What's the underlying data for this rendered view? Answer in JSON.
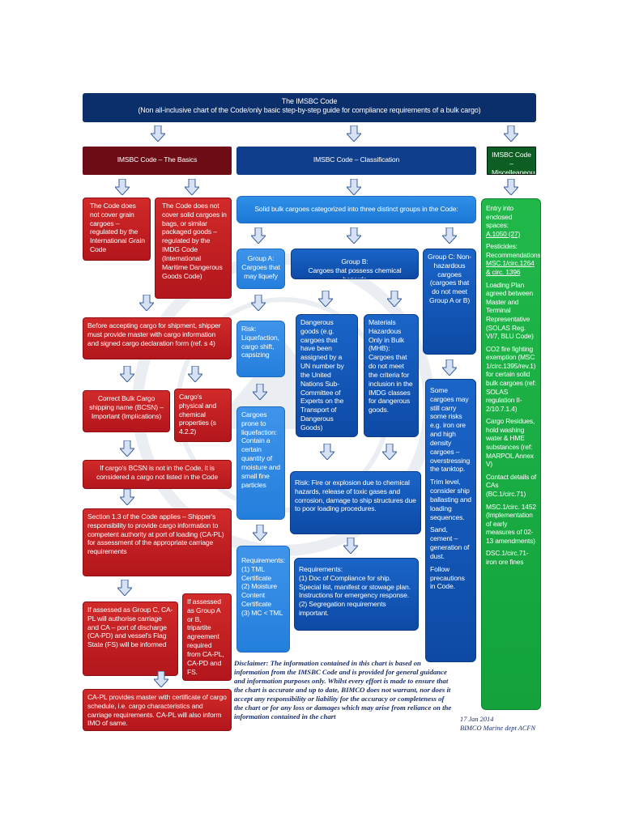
{
  "header": {
    "title": "The IMSBC Code",
    "subtitle": "(Non all-inclusive chart of the Code/only basic step-by-step guide for compliance requirements of a bulk cargo)"
  },
  "columns": {
    "basics": "IMSBC Code – The Basics",
    "classification": "IMSBC Code – Classification",
    "misc": "IMSBC Code – Miscelleaneous"
  },
  "basics": {
    "grain": "The Code does not cover grain cargoes – regulated by the International Grain Code",
    "bags": "The Code does not cover solid cargoes in bags, or similar packaged goods – regulated by the IMDG Code (International Maritime Dangerous Goods Code)",
    "before_accepting": "Before accepting cargo for shipment, shipper must provide master with cargo information and signed cargo declaration form (ref. s 4)",
    "correct_bcsn": "Correct Bulk Cargo  shipping name (BCSN) – Important (Implications)",
    "physical": "Cargo's physical and chemical properties (s 4.2.2)",
    "not_in_code": "If cargo's BCSN is not in the Code, it is considered a cargo not listed in the Code",
    "section_13": "Section 1.3 of the Code applies – Shipper's responsibility to provide cargo information to competent authority at port of loading (CA-PL) for assessment of the appropriate carriage requirements",
    "group_c": "If assessed as Group C, CA-PL will authorise carriage and CA – port of discharge (CA-PD) and vessel's Flag State (FS) will be informed",
    "group_ab": "If assessed as Group A or B, tripartite agreement required from CA-PL, CA-PD and FS.",
    "certificate": "CA-PL provides master with certificate of cargo schedule, i.e. cargo characteristics and carriage requirements. CA-PL will also inform IMO of same."
  },
  "classification": {
    "three_groups": "Solid bulk cargoes categorized into three distinct groups in the Code:",
    "group_a": "Group A: Cargoes that may liquefy",
    "group_b_title": "Group B:",
    "group_b_sub": "Cargoes that possess chemical hazards",
    "group_c": "Group C: Non-hazardous cargoes (cargoes that do not meet Group A or B)",
    "risk_a": "Risk: Liquefaction, cargo shift, capsizing",
    "cargoes_prone": "Cargoes prone to liquefaction: Contain a certain quantity of moisture and small fine particles",
    "req_a_title": "Requirements:",
    "req_a_items": [
      "(1)  TML Certificate",
      "(2)  Moisture Content Certificate",
      "(3)  MC < TML"
    ],
    "dangerous_goods": "Dangerous goods (e.g. cargoes that have been assigned by a UN number by the United Nations Sub-Committee of Experts on the Transport of Dangerous Goods)",
    "mhb": "Materials Hazardous Only in Bulk (MHB): Cargoes that do not meet the criteria for inclusion in the IMDG classes for dangerous goods.",
    "risk_b": "Risk: Fire or explosion due to chemical hazards, release of toxic gases and corrosion, damage to ship structures due to poor loading procedures.",
    "req_b_title": "Requirements:",
    "req_b_items": [
      "(1) Doc of Compliance for ship. Special list, manifest or stowage plan. Instructions for emergency response.",
      "(2) Segregation requirements important."
    ],
    "group_c_detail": [
      "Some cargoes may still carry some risks e.g. iron ore and high density cargoes – overstressing the tanktop.",
      "Trim level, consider ship ballasting and loading sequences.",
      "Sand, cement – generation of dust.",
      "Follow precautions in Code."
    ]
  },
  "misc": {
    "items": [
      {
        "text": "Entry into enclosed spaces:",
        "link": "A.1050 (27)"
      },
      {
        "text": "Pesticides: Recommendations",
        "link": "MSC.1/circ.1264 & circ. 1396"
      },
      {
        "text": "Loading Plan agreed between Master and Terminal Representative (SOLAS Reg. VI/7, BLU Code)",
        "link": ""
      },
      {
        "text": "CO2 fire fighting exemption (MSC 1/circ.1395/rev.1) for certain solid bulk cargoes (ref: SOLAS regulation II-2/10.7.1.4)",
        "link": ""
      },
      {
        "text": "Cargo Residues, hold washing water & HME substances (ref: MARPOL Annex V)",
        "link": ""
      },
      {
        "text": "Contact details of CAs (BC.1/circ.71)",
        "link": ""
      },
      {
        "text": "MSC.1/circ. 1452 (Implementation of early measures of 02-13 amendments)",
        "link": ""
      },
      {
        "text": "DSC.1/circ.71-iron ore fines",
        "link": ""
      }
    ]
  },
  "footer": {
    "disclaimer": "Disclaimer: The information contained in this chart is based on information from the IMSBC Code and is provided for general guidance and information purposes only. Whilst every effort is made to ensure that the chart is accurate and up to date, BIMCO does not warrant, nor does it accept any responsibility or liability for the accuracy or completeness of the chart or for any loss or damages which may arise from reliance on the information contained in the chart",
    "date": "17 Jan 2014",
    "source": "BIMCO Marine dept ACFN"
  },
  "colors": {
    "navy": "#0b2f6b",
    "red": "#c21f24",
    "dark_red": "#6d0c14",
    "blue": "#1257b8",
    "light_blue": "#2f86e0",
    "green": "#1aae44",
    "dark_green": "#0c5e22"
  }
}
